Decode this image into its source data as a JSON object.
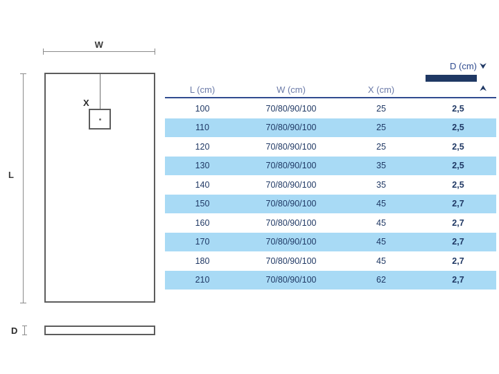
{
  "drawing": {
    "width_label": "W",
    "length_label": "L",
    "offset_label": "X",
    "depth_label": "D",
    "icons": {
      "tray_top_view": "rectangle-outline-icon",
      "drain": "drain-square-icon",
      "tray_side_profile": "thin-bar-icon",
      "w_dimension": "horizontal-dimension-line-icon",
      "l_dimension": "vertical-dimension-line-icon",
      "d_dimension": "height-tick-icon"
    }
  },
  "table": {
    "legend": {
      "label": "D (cm)",
      "arrow_down": "⮟",
      "arrow_up": "⮝",
      "bar_color": "#1f3864"
    },
    "headers": {
      "l": "L (cm)",
      "w": "W (cm)",
      "x": "X (cm)",
      "d": "D (cm)"
    },
    "rows": [
      {
        "l": "100",
        "w": "70/80/90/100",
        "x": "25",
        "d": "2,5"
      },
      {
        "l": "110",
        "w": "70/80/90/100",
        "x": "25",
        "d": "2,5"
      },
      {
        "l": "120",
        "w": "70/80/90/100",
        "x": "25",
        "d": "2,5"
      },
      {
        "l": "130",
        "w": "70/80/90/100",
        "x": "35",
        "d": "2,5"
      },
      {
        "l": "140",
        "w": "70/80/90/100",
        "x": "35",
        "d": "2,5"
      },
      {
        "l": "150",
        "w": "70/80/90/100",
        "x": "45",
        "d": "2,7"
      },
      {
        "l": "160",
        "w": "70/80/90/100",
        "x": "45",
        "d": "2,7"
      },
      {
        "l": "170",
        "w": "70/80/90/100",
        "x": "45",
        "d": "2,7"
      },
      {
        "l": "180",
        "w": "70/80/90/100",
        "x": "45",
        "d": "2,7"
      },
      {
        "l": "210",
        "w": "70/80/90/100",
        "x": "62",
        "d": "2,7"
      }
    ]
  },
  "colors": {
    "header_text": "#6b7aa8",
    "data_text": "#1f3864",
    "zebra_row": "#a8daf5",
    "rule": "#2f4b8f",
    "drawing_line": "#5c5c5c",
    "background": "#ffffff"
  }
}
